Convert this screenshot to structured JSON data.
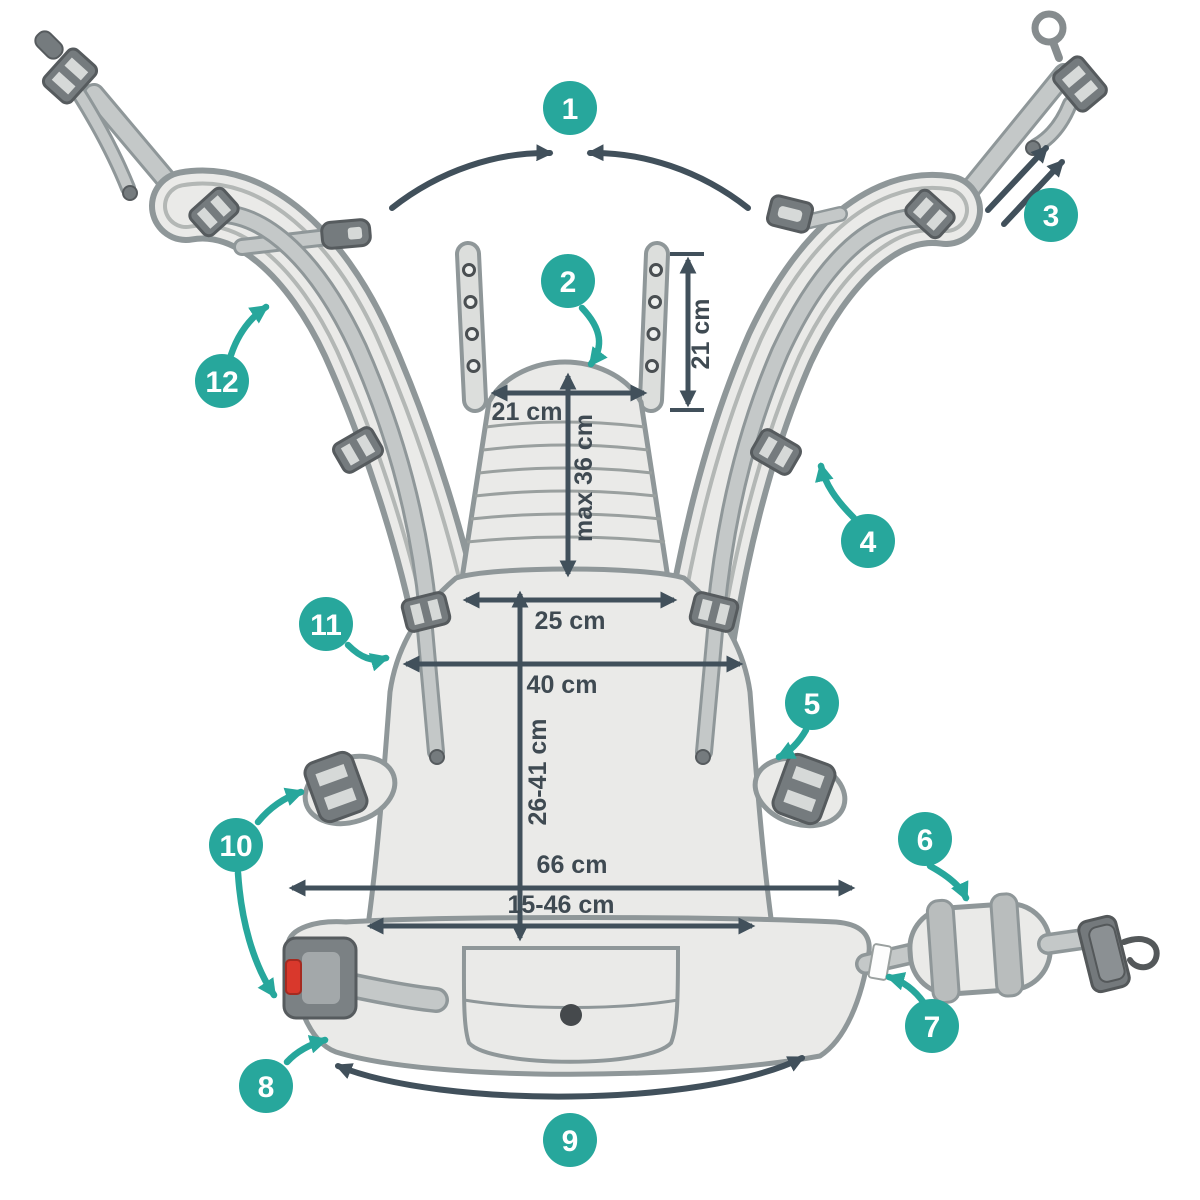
{
  "diagram": {
    "type": "baby-carrier-measurement-diagram",
    "callouts": [
      {
        "num": "1"
      },
      {
        "num": "2"
      },
      {
        "num": "3"
      },
      {
        "num": "4"
      },
      {
        "num": "5"
      },
      {
        "num": "6"
      },
      {
        "num": "7"
      },
      {
        "num": "8"
      },
      {
        "num": "9"
      },
      {
        "num": "10"
      },
      {
        "num": "11"
      },
      {
        "num": "12"
      }
    ],
    "dimensions": {
      "hood_strap_height": "21 cm",
      "hood_top_width": "21 cm",
      "hood_height": "max 36 cm",
      "seat_width": "25 cm",
      "panel_width": "40 cm",
      "panel_height": "26-41 cm",
      "waist_belt_length": "66 cm",
      "waist_adjust_range": "15-46 cm"
    },
    "colors": {
      "accent_teal": "#27a79c",
      "annotation_slate": "#41505b",
      "carrier_body": "#eaeae8",
      "carrier_outline": "#8f9799",
      "webbing": "#c4c8c8",
      "hardware_dark": "#757b7e",
      "red_safety_button": "#d9382c"
    }
  }
}
